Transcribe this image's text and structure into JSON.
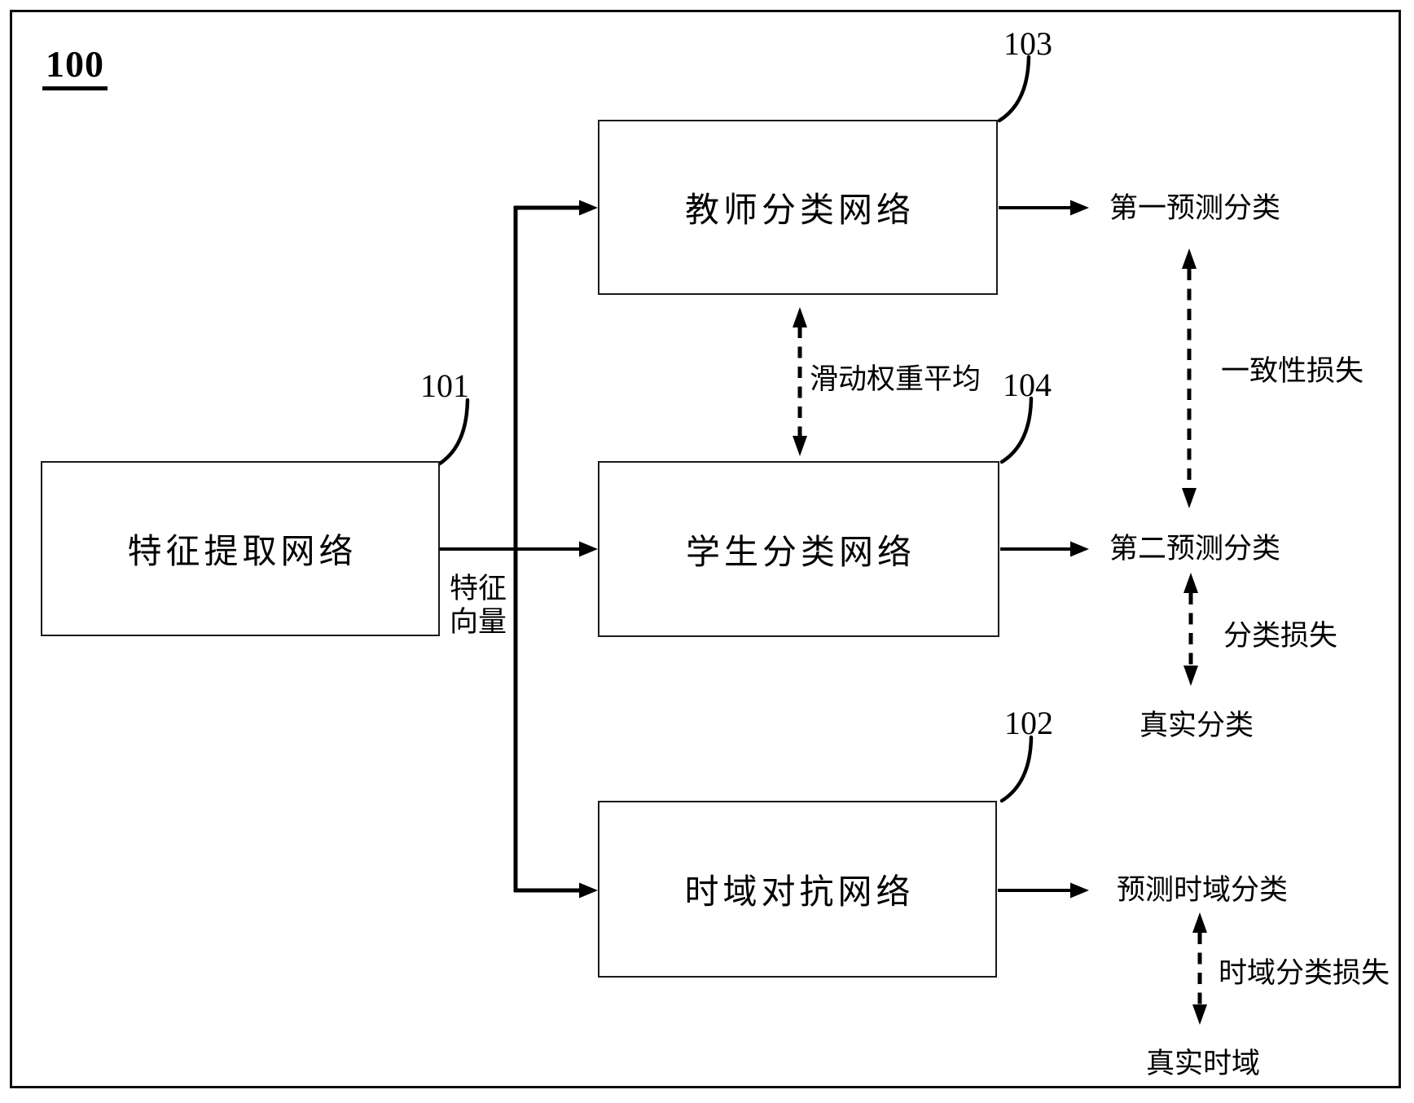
{
  "figure": {
    "number": "100",
    "nodes": [
      {
        "id": "feature-extraction",
        "label": "特征提取网络",
        "ref": "101"
      },
      {
        "id": "teacher-classifier",
        "label": "教师分类网络",
        "ref": "103"
      },
      {
        "id": "student-classifier",
        "label": "学生分类网络",
        "ref": "104"
      },
      {
        "id": "domain-adversarial",
        "label": "时域对抗网络",
        "ref": "102"
      }
    ],
    "edges": {
      "feature_vector": "特征向量",
      "moving_weight_average": "滑动权重平均"
    },
    "outputs": {
      "first_predicted_classification": "第一预测分类",
      "second_predicted_classification": "第二预测分类",
      "predicted_domain_classification": "预测时域分类"
    },
    "ground_truth": {
      "true_classification": "真实分类",
      "true_domain": "真实时域"
    },
    "losses": {
      "consistency_loss": "一致性损失",
      "classification_loss": "分类损失",
      "domain_classification_loss": "时域分类损失"
    },
    "colors": {
      "ink": "#000000",
      "background": "#ffffff"
    }
  }
}
